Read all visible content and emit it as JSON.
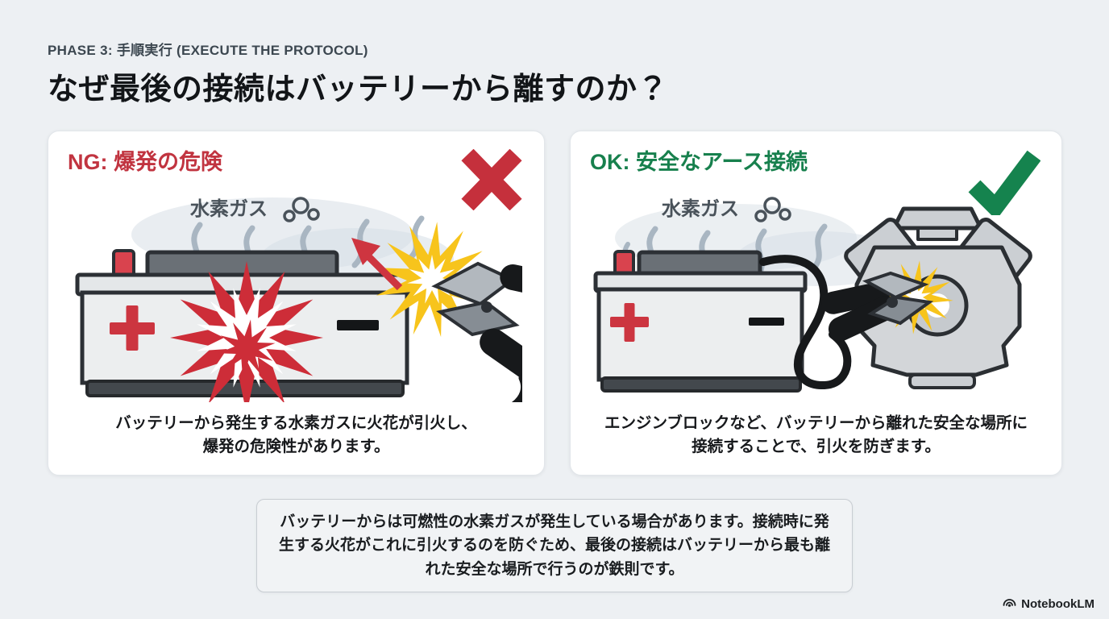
{
  "page": {
    "eyebrow": "PHASE 3: 手順実行 (EXECUTE THE PROTOCOL)",
    "title": "なぜ最後の接続はバッテリーから離すのか？",
    "summary": "バッテリーからは可燃性の水素ガスが発生している場合があります。接続時に発生する火花がこれに引火するのを防ぐため、最後の接続はバッテリーから最も離れた安全な場所で行うのが鉄則です。"
  },
  "cards": [
    {
      "heading": "NG: 爆発の危険",
      "mark_icon": "cross-icon",
      "gas_label": "水素ガス",
      "caption_line1": "バッテリーから発生する水素ガスに火花が引火し、",
      "caption_line2": "爆発の危険性があります。"
    },
    {
      "heading": "OK: 安全なアース接続",
      "mark_icon": "check-icon",
      "gas_label": "水素ガス",
      "caption_line1": "エンジンブロックなど、バッテリーから離れた安全な場所に",
      "caption_line2": "接続することで、引火を防ぎます。"
    }
  ],
  "footer": {
    "brand": "NotebookLM"
  },
  "colors": {
    "background": "#edf0f3",
    "card": "#ffffff",
    "danger_red": "#c5303c",
    "safe_green": "#15834e",
    "explosion_red": "#cd2d38",
    "spark_yellow": "#f7c41c",
    "smoke_gray": "#aab7c2",
    "ink": "#14171a"
  }
}
